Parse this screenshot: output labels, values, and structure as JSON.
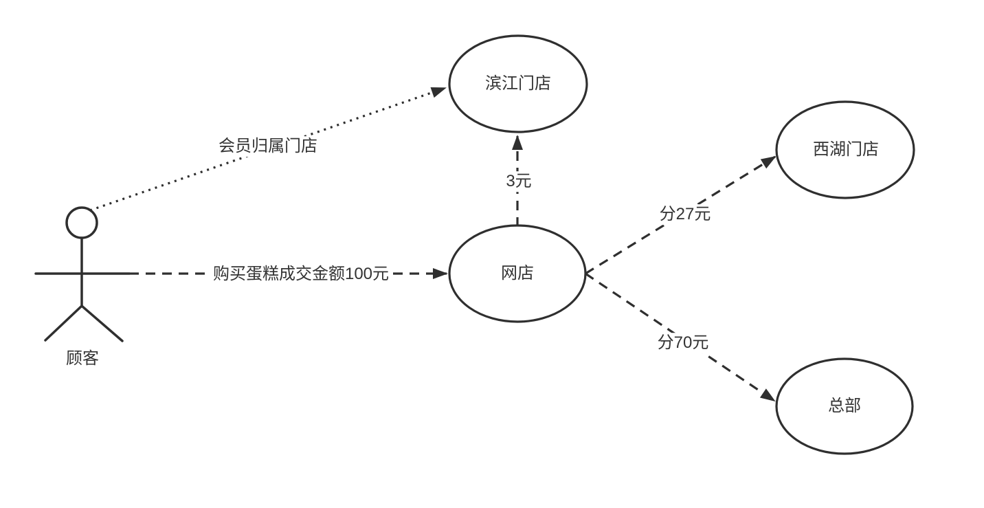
{
  "diagram": {
    "background_color": "#ffffff",
    "stroke_color": "#2f2f2f",
    "text_color": "#333333",
    "actor": {
      "label": "顾客"
    },
    "nodes": [
      {
        "id": "binjiang-store",
        "label": "滨江门店",
        "shape": "ellipse"
      },
      {
        "id": "online-store",
        "label": "网店",
        "shape": "ellipse"
      },
      {
        "id": "xihu-store",
        "label": "西湖门店",
        "shape": "ellipse"
      },
      {
        "id": "headquarters",
        "label": "总部",
        "shape": "ellipse"
      }
    ],
    "edges": [
      {
        "from": "顾客",
        "to": "滨江门店",
        "label": "会员归属门店",
        "style": "dotted-arrow"
      },
      {
        "from": "顾客",
        "to": "网店",
        "label": "购买蛋糕成交金额100元",
        "style": "dashed-arrow"
      },
      {
        "from": "网店",
        "to": "滨江门店",
        "label": "3元",
        "style": "dashed-arrow"
      },
      {
        "from": "网店",
        "to": "西湖门店",
        "label": "分27元",
        "style": "dashed-arrow"
      },
      {
        "from": "网店",
        "to": "总部",
        "label": "分70元",
        "style": "dashed-arrow"
      }
    ]
  }
}
